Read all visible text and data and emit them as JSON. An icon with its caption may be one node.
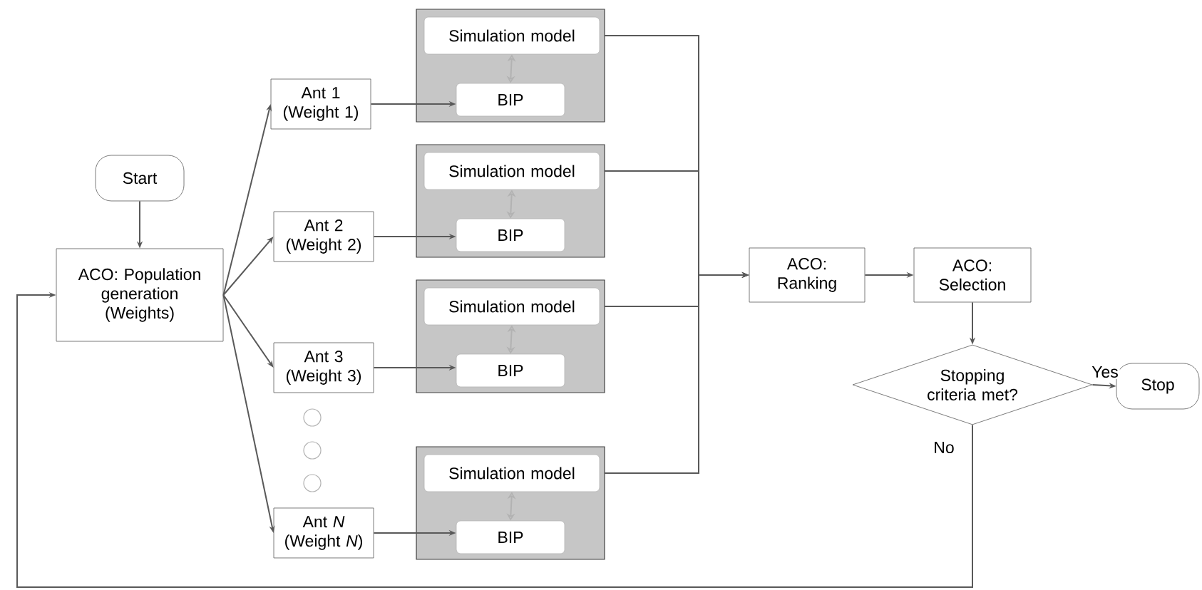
{
  "diagram": {
    "nodes": [
      {
        "text": [
          "Start"
        ]
      },
      {
        "text": [
          "ACO: Population generation (Weights)"
        ]
      },
      {
        "text": [
          "Ant 1 (Weight 1)"
        ]
      },
      {
        "text": [
          "Ant 2 (Weight 2)"
        ]
      },
      {
        "text": [
          "Ant 3 (Weight 3)"
        ]
      },
      {
        "text": [],
        "shape": "circle"
      },
      {
        "text": [],
        "shape": "circle"
      },
      {
        "text": [],
        "shape": "circle"
      },
      {
        "text": [
          "Ant *N* (Weight *N*)"
        ]
      },
      {
        "text": [],
        "shape": "box"
      },
      {
        "text": [
          "Simulation model"
        ],
        "in": 9
      },
      {
        "text": [
          "BIP"
        ],
        "in": 9
      },
      {
        "text": [],
        "shape": "box"
      },
      {
        "text": [
          "Simulation model"
        ],
        "in": 12
      },
      {
        "text": [
          "BIP"
        ],
        "in": 12
      },
      {
        "text": [],
        "shape": "box"
      },
      {
        "text": [
          "Simulation model"
        ],
        "in": 15
      },
      {
        "text": [
          "BIP"
        ],
        "in": 15
      },
      {
        "text": [],
        "shape": "box"
      },
      {
        "text": [
          "Simulation model"
        ],
        "in": 18
      },
      {
        "text": [
          "BIP"
        ],
        "in": 18
      },
      {
        "text": [
          "ACO: Ranking"
        ]
      },
      {
        "text": [
          "ACO: Selection"
        ]
      },
      {
        "text": [
          "Stopping criteria met?"
        ]
      },
      {
        "text": [
          "Stop"
        ]
      }
    ],
    "edges": [
      {
        "from": 0,
        "to": 1,
        "arrow": "to"
      },
      {
        "from": 1,
        "to": 2,
        "arrow": "to"
      },
      {
        "from": 1,
        "to": 3,
        "arrow": "to"
      },
      {
        "from": 1,
        "to": 4,
        "arrow": "to"
      },
      {
        "from": 1,
        "to": 8,
        "arrow": "to"
      },
      {
        "from": 2,
        "to": 11,
        "arrow": "to"
      },
      {
        "from": 3,
        "to": 14,
        "arrow": "to"
      },
      {
        "from": 4,
        "to": 17,
        "arrow": "to"
      },
      {
        "from": 8,
        "to": 20,
        "arrow": "to"
      },
      {
        "from": 10,
        "to": 11,
        "arrow": "both"
      },
      {
        "from": 13,
        "to": 14,
        "arrow": "both"
      },
      {
        "from": 16,
        "to": 17,
        "arrow": "both"
      },
      {
        "from": 19,
        "to": 20,
        "arrow": "both"
      },
      {
        "from": 10,
        "to": 21,
        "arrow": "to"
      },
      {
        "from": 13,
        "to": 21,
        "arrow": "to"
      },
      {
        "from": 16,
        "to": 21,
        "arrow": "to"
      },
      {
        "from": 19,
        "to": 21,
        "arrow": "to"
      },
      {
        "from": 21,
        "to": 22,
        "arrow": "to"
      },
      {
        "from": 22,
        "to": 23,
        "arrow": "to"
      },
      {
        "from": 23,
        "to": 24,
        "label": "Yes",
        "arrow": "to"
      },
      {
        "from": 23,
        "to": 1,
        "label": "No",
        "arrow": "to"
      }
    ]
  }
}
